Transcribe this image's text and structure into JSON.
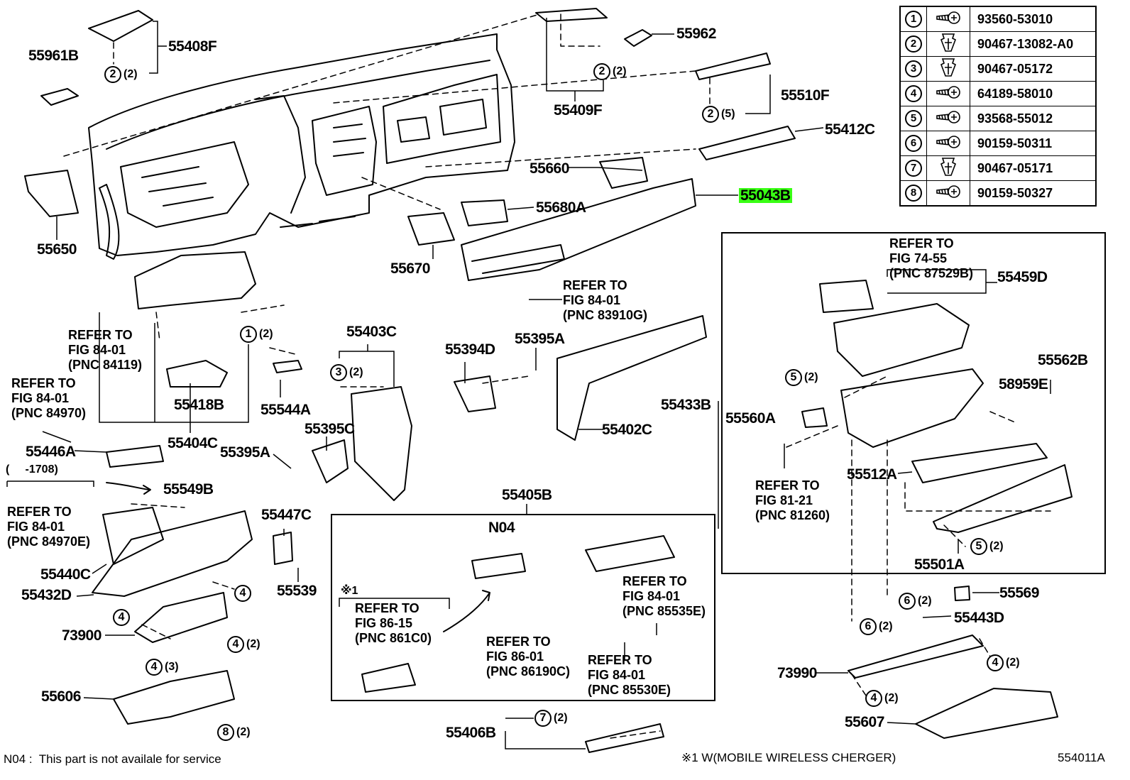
{
  "highlight_color": "#39ff14",
  "part_labels": {
    "p55961B": "55961B",
    "p55408F": "55408F",
    "p55409F": "55409F",
    "p55962": "55962",
    "p55510F": "55510F",
    "p55412C": "55412C",
    "p55660": "55660",
    "p55043B": "55043B",
    "p55680A": "55680A",
    "p55650": "55650",
    "p55670": "55670",
    "p55403C": "55403C",
    "p55394D": "55394D",
    "p55395A_a": "55395A",
    "p55418B": "55418B",
    "p55544A": "55544A",
    "p55404C": "55404C",
    "p55395C": "55395C",
    "p55395A_b": "55395A",
    "p55402C": "55402C",
    "p55433B": "55433B",
    "p55446A": "55446A",
    "p55549B": "55549B",
    "p55447C": "55447C",
    "p55440C": "55440C",
    "p55432D": "55432D",
    "p55539": "55539",
    "p73900": "73900",
    "p55606": "55606",
    "p55405B": "55405B",
    "pN04": "N04",
    "p55406B": "55406B",
    "p55459D": "55459D",
    "p55562B": "55562B",
    "p58959E": "58959E",
    "p55560A": "55560A",
    "p55512A": "55512A",
    "p55501A": "55501A",
    "p55569": "55569",
    "p55443D": "55443D",
    "p73990": "73990",
    "p55607": "55607"
  },
  "refer_notes": {
    "r83910G": "REFER TO\nFIG 84-01\n(PNC 83910G)",
    "r84119": "REFER TO\nFIG 84-01\n(PNC 84119)",
    "r84970": "REFER TO\nFIG 84-01\n(PNC 84970)",
    "r84970E": "REFER TO\nFIG 84-01\n(PNC 84970E)",
    "r861C0": "REFER TO\nFIG 86-15\n(PNC 861C0)",
    "r86190C": "REFER TO\nFIG 86-01\n(PNC 86190C)",
    "r85530E": "REFER TO\nFIG 84-01\n(PNC 85530E)",
    "r85535E": "REFER TO\nFIG 84-01\n(PNC 85535E)",
    "r87529B": "REFER TO\nFIG 74-55\n(PNC 87529B)",
    "r81260": "REFER TO\nFIG 81-21\n(PNC 81260)"
  },
  "fastener_callouts": [
    {
      "num": "2",
      "qty": "(2)"
    },
    {
      "num": "2",
      "qty": "(2)"
    },
    {
      "num": "2",
      "qty": "(5)"
    },
    {
      "num": "1",
      "qty": "(2)"
    },
    {
      "num": "3",
      "qty": "(2)"
    },
    {
      "num": "4",
      "qty": ""
    },
    {
      "num": "4",
      "qty": ""
    },
    {
      "num": "4",
      "qty": "(2)"
    },
    {
      "num": "4",
      "qty": "(3)"
    },
    {
      "num": "8",
      "qty": "(2)"
    },
    {
      "num": "7",
      "qty": "(2)"
    },
    {
      "num": "5",
      "qty": "(2)"
    },
    {
      "num": "5",
      "qty": "(2)"
    },
    {
      "num": "6",
      "qty": "(2)"
    },
    {
      "num": "6",
      "qty": "(2)"
    },
    {
      "num": "4",
      "qty": "(2)"
    },
    {
      "num": "4",
      "qty": "(2)"
    }
  ],
  "misc": {
    "serial_range": "(     -1708)",
    "note_mark": "※1",
    "note_mark_box": "※1"
  },
  "fastener_table": [
    {
      "num": "1",
      "icon": "screw-icon",
      "part": "93560-53010"
    },
    {
      "num": "2",
      "icon": "clip-icon",
      "part": "90467-13082-A0"
    },
    {
      "num": "3",
      "icon": "clip-icon",
      "part": "90467-05172"
    },
    {
      "num": "4",
      "icon": "screw-icon",
      "part": "64189-58010"
    },
    {
      "num": "5",
      "icon": "screw-icon",
      "part": "93568-55012"
    },
    {
      "num": "6",
      "icon": "screw-icon",
      "part": "90159-50311"
    },
    {
      "num": "7",
      "icon": "clip-icon",
      "part": "90467-05171"
    },
    {
      "num": "8",
      "icon": "screw-icon",
      "part": "90159-50327"
    }
  ],
  "footer": {
    "n04_note": "N04 :  This part is not availale for service",
    "w_note": "※1 W(MOBILE WIRELESS CHERGER)",
    "fig_id": "554011A"
  }
}
